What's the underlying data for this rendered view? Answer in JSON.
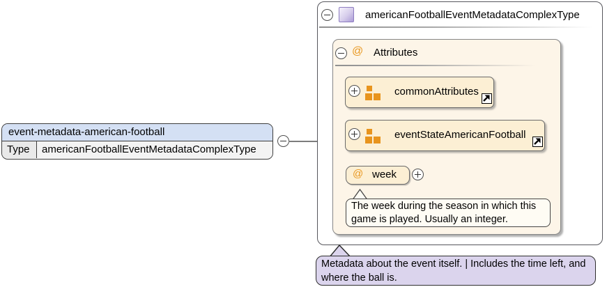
{
  "element": {
    "name": "event-metadata-american-football",
    "type_label": "Type",
    "type_value": "americanFootballEventMetadataComplexType",
    "doc": "Metadata about the event itself. | Includes the time left, and where the ball is."
  },
  "complex_type": {
    "name": "americanFootballEventMetadataComplexType",
    "attributes_section": {
      "label": "Attributes",
      "at_symbol": "@",
      "groups": [
        {
          "name": "commonAttributes"
        },
        {
          "name": "eventStateAmericanFootball"
        }
      ],
      "attribute": {
        "at_symbol": "@",
        "name": "week",
        "doc": "The week during the season in which this game is played. Usually an integer."
      }
    }
  },
  "icons": {
    "collapse": "minus-circle",
    "expand": "plus-circle",
    "attribute_group": "orange-squares",
    "link": "arrow-up-right",
    "complex_type_marker": "purple-square"
  },
  "colors": {
    "accent_orange": "#e8941d",
    "element_header_blue": "#d4e0f4",
    "attributes_fill": "#fdf5e8",
    "group_row_fill": "#fcefd4",
    "doc_bubble_lavender": "#dbd4ed",
    "doc_bubble_cream": "#fefcf4",
    "purple_icon": "#ab9bd6",
    "connector_gray": "#7d7d7d"
  }
}
